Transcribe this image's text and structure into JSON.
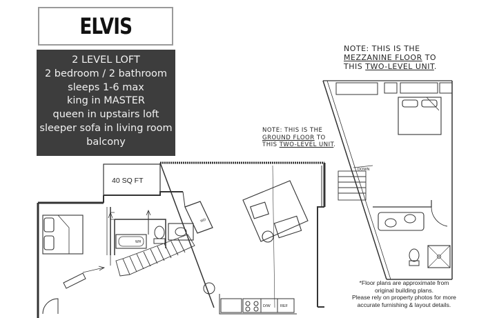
{
  "title": "ELVIS",
  "info": {
    "lines": [
      "2 LEVEL LOFT",
      "2 bedroom / 2 bathroom",
      "sleeps 1-6 max",
      "king in MASTER",
      "queen in upstairs loft",
      "sleeper sofa in living room",
      "balcony"
    ]
  },
  "notes": {
    "mezzanine": {
      "line1": "NOTE: THIS IS THE",
      "line2_underlined": "MEZZANINE FLOOR",
      "line2_rest": " TO",
      "line3_lead": "THIS ",
      "line3_underlined": "TWO-LEVEL UNIT",
      "line3_tail": "."
    },
    "ground": {
      "line1": "NOTE: THIS IS THE",
      "line2_underlined": "GROUND FLOOR",
      "line2_rest": " TO",
      "line3_lead": "THIS ",
      "line3_underlined": "TWO-LEVEL UNIT",
      "line3_tail": "."
    }
  },
  "plan_labels": {
    "balcony_area": "40 SQ FT",
    "washer": "WD",
    "water_heater": "WH",
    "dishwasher": "D/W",
    "refrigerator": "REF",
    "stairs_down": "DOWN"
  },
  "disclaimer": {
    "line1": "*Floor plans are approximate from",
    "line2": "original building plans.",
    "line3": "Please rely on property photos for more",
    "line4": "accurate furnishing & layout details."
  }
}
